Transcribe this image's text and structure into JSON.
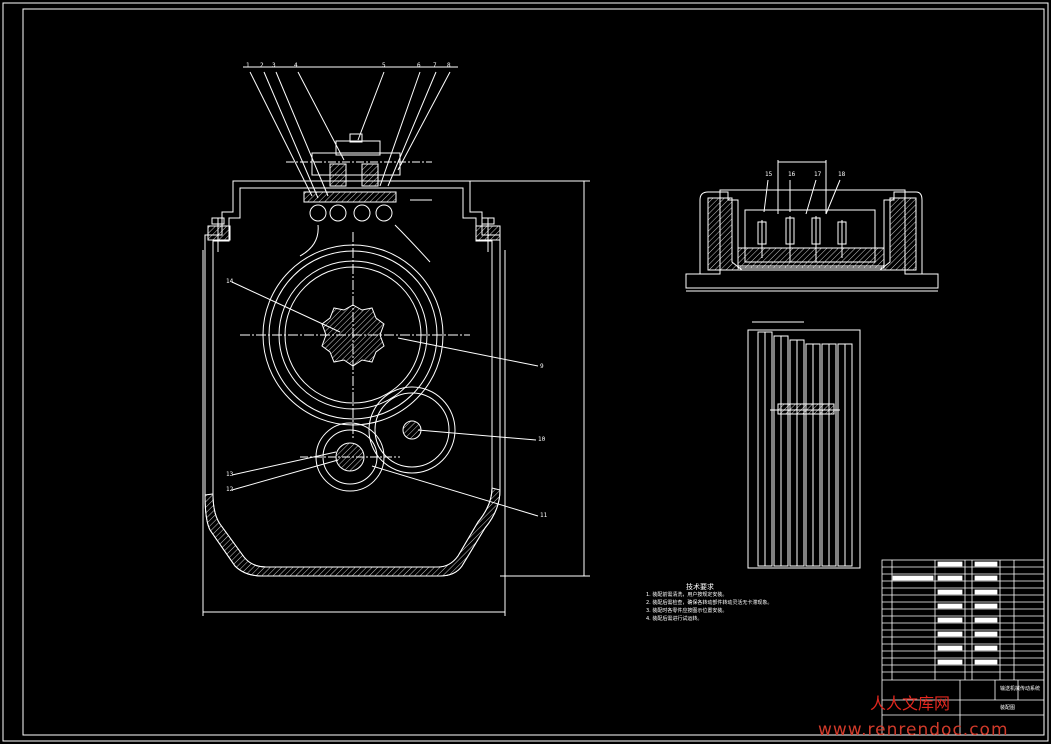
{
  "drawing": {
    "part_labels_top": [
      "1",
      "2",
      "3",
      "4",
      "5",
      "6",
      "7",
      "8"
    ],
    "part_labels_side": [
      "9",
      "10",
      "11",
      "12",
      "13",
      "14"
    ],
    "part_labels_section": [
      "15",
      "16",
      "17",
      "18"
    ],
    "notes_title": "技术要求",
    "notes": [
      "1. 装配前需清洗，用户按规定安装。",
      "2. 装配后需检查，确保各转动部件转动灵活无卡滞现象。",
      "3. 装配时各零件应按图示位置安装。",
      "4. 装配后需进行试运转。"
    ],
    "title_block_name": "输送机械传动系统",
    "title_block_sub": "装配图"
  },
  "watermark": {
    "cn": "人人文库网",
    "url": "www.renrendoc.com"
  },
  "colors": {
    "line": "#ffffff",
    "hatch": "#ffffff",
    "watermark": "#e0261e"
  }
}
